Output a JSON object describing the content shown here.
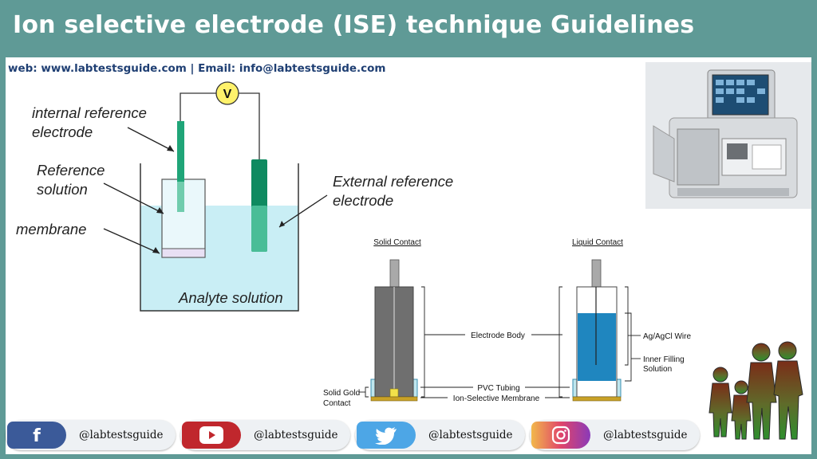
{
  "title": "Ion selective electrode (ISE) technique Guidelines",
  "web_line": "web:  www.labtestsguide.com    |  Email: info@labtestsguide.com",
  "left_diagram": {
    "voltmeter": "V",
    "labels": {
      "internal_ref_1": "internal reference",
      "internal_ref_2": "electrode",
      "ref_solution_1": "Reference",
      "ref_solution_2": "solution",
      "membrane": "membrane",
      "external_ref_1": "External reference",
      "external_ref_2": "electrode",
      "analyte": "Analyte solution"
    }
  },
  "right_diagram": {
    "solid_contact_title": "Solid Contact",
    "liquid_contact_title": "Liquid Contact",
    "electrode_body": "Electrode Body",
    "pvc_tubing": "PVC Tubing",
    "ion_selective_membrane": "Ion-Selective Membrane",
    "solid_gold_1": "Solid Gold",
    "solid_gold_2": "Contact",
    "agagcl_wire": "Ag/AgCl Wire",
    "inner_filling_1": "Inner Filling",
    "inner_filling_2": "Solution"
  },
  "social": [
    {
      "platform": "facebook-icon",
      "handle": "@labtestsguide",
      "color": "#3b5a99"
    },
    {
      "platform": "youtube-icon",
      "handle": "@labtestsguide",
      "color": "#c0272d"
    },
    {
      "platform": "twitter-icon",
      "handle": "@labtestsguide",
      "color": "#4da6e6"
    },
    {
      "platform": "instagram-icon",
      "handle": "@labtestsguide",
      "color": "#e0456a"
    }
  ]
}
